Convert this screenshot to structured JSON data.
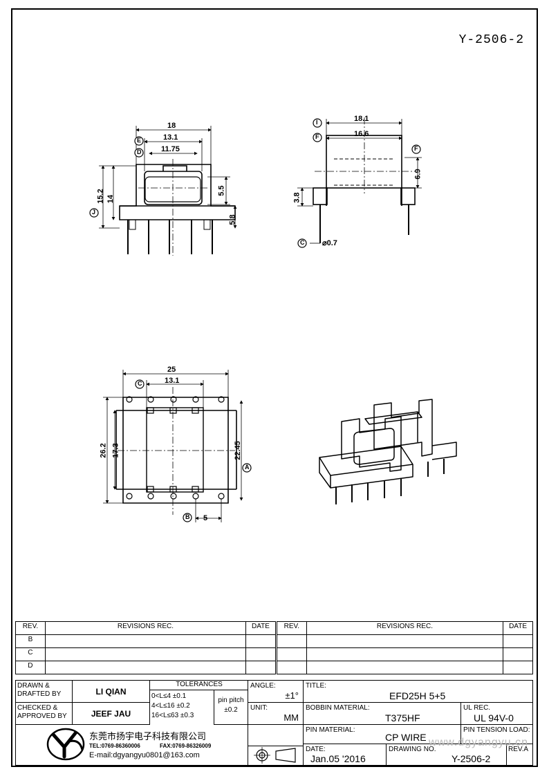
{
  "drawing_number_top": "Y-2506-2",
  "dims": {
    "front": {
      "w18": "18",
      "w13_1": "13.1",
      "w11_75": "11.75",
      "h15_2": "15.2",
      "h14": "14",
      "h5_5": "5.5",
      "h5_8": "5.8"
    },
    "side": {
      "w18_1": "18.1",
      "w16_6": "16.6",
      "h6_9": "6.9",
      "h3_8": "3.8",
      "d0_7": "⌀0.7"
    },
    "bottom": {
      "w25": "25",
      "w13_1": "13.1",
      "h26_2": "26.2",
      "h17_3": "17.3",
      "h22_45": "22.45",
      "p5": "5"
    }
  },
  "callouts": {
    "a": "A",
    "b": "B",
    "c": "C",
    "d": "D",
    "e": "E",
    "f": "F",
    "i": "I",
    "j": "J"
  },
  "revisions": {
    "header": {
      "rev": "REV.",
      "revisions": "REVISIONS   REC.",
      "date": "DATE"
    },
    "rows": [
      "B",
      "C",
      "D"
    ]
  },
  "title_block": {
    "drawn_label": "DRAWN &\nDRAFTED BY",
    "drawn_value": "LI QIAN",
    "checked_label": "CHECKED &\nAPPROVED BY",
    "checked_value": "JEEF JAU",
    "tolerances_label": "TOLERANCES",
    "tol1": "0<L≤4    ±0.1",
    "tol2": "4<L≤16  ±0.2",
    "tol3": "16<L≤63  ±0.3",
    "pin_pitch_label": "pin pitch",
    "pin_pitch_value": "±0.2",
    "angle_label": "ANGLE:",
    "angle_value": "±1°",
    "unit_label": "UNIT:",
    "unit_value": "MM",
    "title_label": "TITLE:",
    "title_value": "EFD25H  5+5",
    "bobbin_label": "BOBBIN MATERIAL:",
    "bobbin_value": "T375HF",
    "ul_label": "UL REC.",
    "ul_value": "UL  94V-0",
    "pin_material_label": "PIN MATERIAL:",
    "pin_material_value": "CP WIRE",
    "pin_tension_label": "PIN TENSION LOAD:",
    "date_label": "DATE:",
    "date_value": "Jan.05  '2016",
    "drawing_no_label": "DRAWING NO.",
    "drawing_no_value": "Y-2506-2",
    "rev_label": "REV.A",
    "company_name": "东莞市扬宇电子科技有限公司",
    "tel": "TEL:0769-86360006",
    "fax": "FAX:0769-86326009",
    "email": "E-mail:dgyangyu0801@163.com",
    "watermark": "www.dgyangyu.cn"
  }
}
